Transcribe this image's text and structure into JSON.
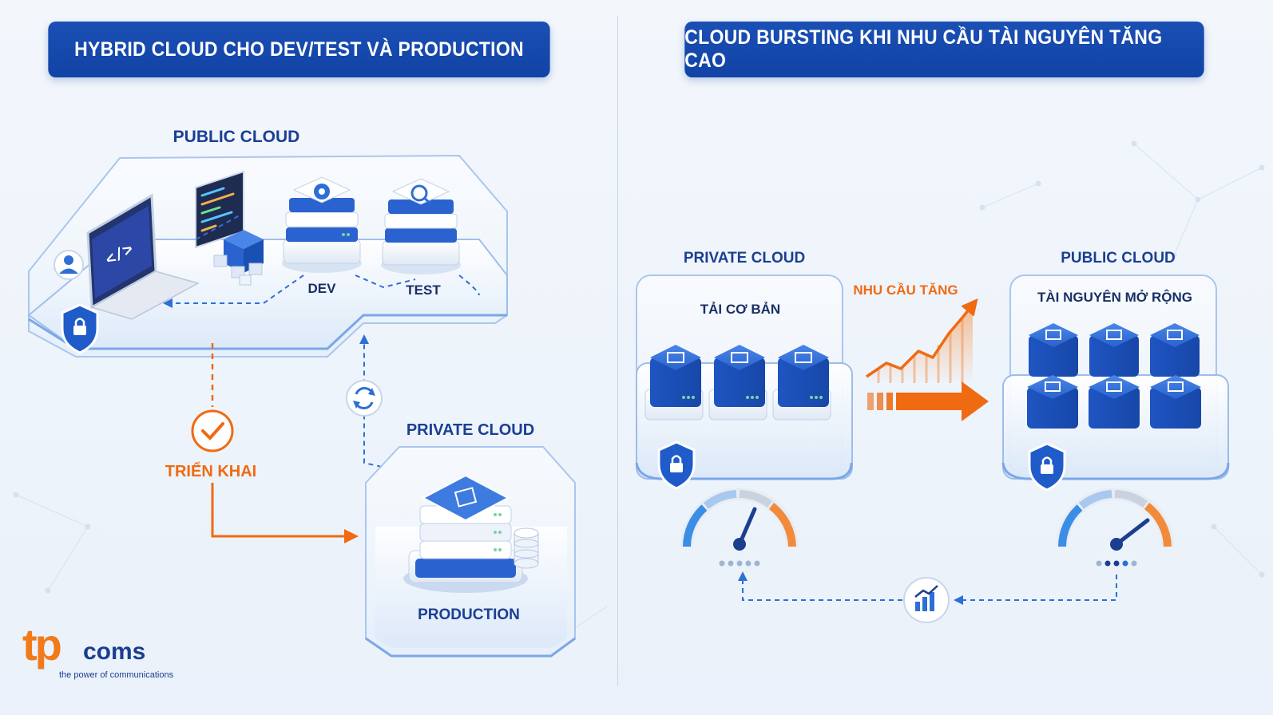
{
  "left_title": "HYBRID CLOUD CHO DEV/TEST VÀ PRODUCTION",
  "right_title": "CLOUD BURSTING KHI NHU CẦU TÀI NGUYÊN TĂNG CAO",
  "left": {
    "public_cloud": "PUBLIC CLOUD",
    "dev": "DEV",
    "test": "TEST",
    "deploy": "TRIỂN KHAI",
    "private_cloud": "PRIVATE CLOUD",
    "production": "PRODUCTION",
    "code_symbol": "</>"
  },
  "right": {
    "private_cloud": "PRIVATE CLOUD",
    "base_load": "TẢI CƠ BẢN",
    "demand_up": "NHU CẦU TĂNG",
    "public_cloud": "PUBLIC CLOUD",
    "expanded": "TÀI NGUYÊN MỞ RỘNG"
  },
  "logo": {
    "tp": "tp",
    "coms": "coms",
    "tagline": "the power of communications"
  },
  "colors": {
    "brand_blue": "#1a4fb4",
    "accent_orange": "#f06a12",
    "label_navy": "#1a3f93"
  },
  "icons": [
    "laptop-icon",
    "code-window-icon",
    "user-icon",
    "shield-lock-icon",
    "gear-icon",
    "search-check-icon",
    "check-circle-icon",
    "sync-icon",
    "server-icon",
    "database-icon",
    "chip-server-icon",
    "growth-chart-icon",
    "gauge-icon",
    "bar-chart-icon"
  ]
}
